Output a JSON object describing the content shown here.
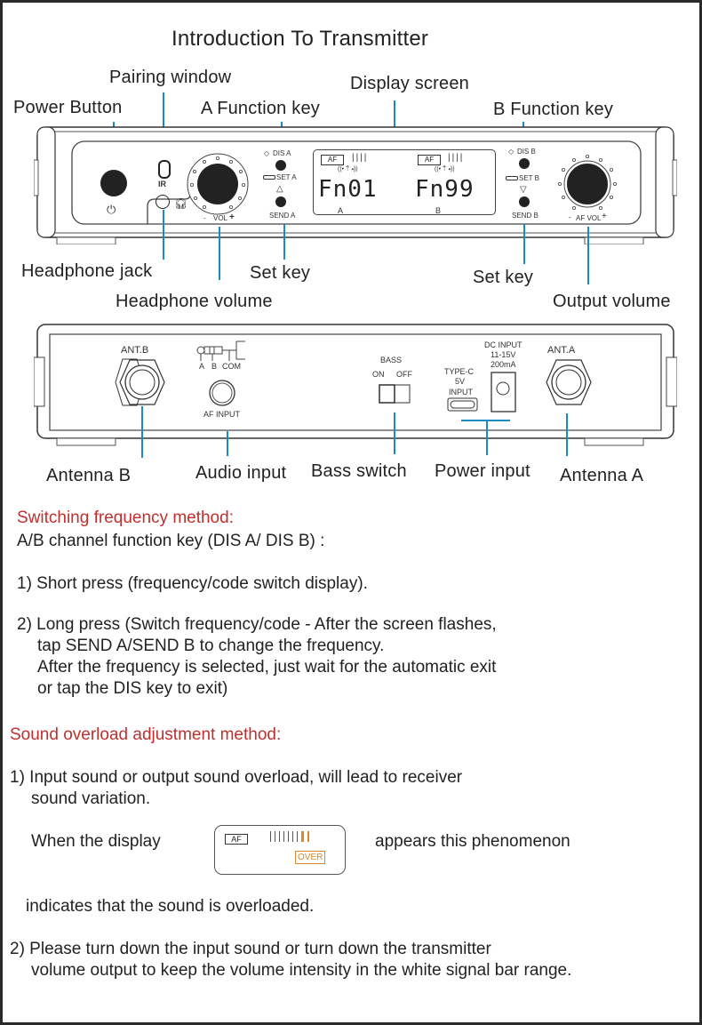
{
  "title": "Introduction To Transmitter",
  "front_labels": {
    "power_button": "Power Button",
    "pairing_window": "Pairing window",
    "a_function_key": "A Function key",
    "display_screen": "Display screen",
    "b_function_key": "B Function key",
    "headphone_jack": "Headphone jack",
    "headphone_volume": "Headphone volume",
    "set_key_a": "Set key",
    "set_key_b": "Set key",
    "output_volume": "Output volume"
  },
  "front_panel": {
    "ir": "IR",
    "dis_a": "DIS A",
    "set_a": "SET A",
    "send_a": "SEND A",
    "dis_b": "DIS B",
    "set_b": "SET B",
    "send_b": "SEND B",
    "vol": "VOL",
    "vol_minus": "-",
    "vol_plus": "+",
    "af_vol": "AF VOL",
    "display": {
      "af_a": "AF",
      "af_b": "AF",
      "code_a": "Fn01",
      "code_b": "Fn99",
      "channel_a": "A",
      "channel_b": "B",
      "signal_bars_a": 4,
      "signal_bars_b": 4
    }
  },
  "rear_panel": {
    "ant_b": "ANT.B",
    "ant_a": "ANT.A",
    "plug_a": "A",
    "plug_b": "B",
    "plug_com": "COM",
    "af_input": "AF INPUT",
    "bass": "BASS",
    "bass_on": "ON",
    "bass_off": "OFF",
    "typec_1": "TYPE-C",
    "typec_2": "5V",
    "typec_3": "INPUT",
    "dc_1": "DC INPUT",
    "dc_2": "11-15V",
    "dc_3": "200mA"
  },
  "rear_labels": {
    "antenna_b": "Antenna  B",
    "audio_input": "Audio input",
    "bass_switch": "Bass switch",
    "power_input": "Power input",
    "antenna_a": "Antenna  A"
  },
  "switching": {
    "heading": "Switching frequency method:",
    "intro": "A/B channel function key (DIS A/ DIS B) :",
    "step1": "1) Short press (frequency/code switch display).",
    "step2_l1": "2) Long press (Switch frequency/code - After the screen flashes,",
    "step2_l2": "tap SEND A/SEND B to change the frequency.",
    "step2_l3": "After the frequency is selected, just wait for the automatic exit",
    "step2_l4": "or tap the DIS key to exit)"
  },
  "overload": {
    "heading": "Sound overload adjustment method:",
    "step1_l1": "1) Input sound or output sound overload, will lead to receiver",
    "step1_l2": "sound variation.",
    "when_display": "When the display",
    "appears": "appears this phenomenon",
    "indicates": "indicates that the sound is overloaded.",
    "step2_l1": "2) Please turn down the input sound or turn down the transmitter",
    "step2_l2": "volume output to keep the volume intensity in the white signal bar range.",
    "mini_display": {
      "af": "AF",
      "over": "OVER",
      "white_bars": 7,
      "orange_bars": 2
    }
  },
  "colors": {
    "leader_line": "#1a8ac4",
    "heading_red": "#c0302e",
    "over_orange": "#d68a2e"
  }
}
